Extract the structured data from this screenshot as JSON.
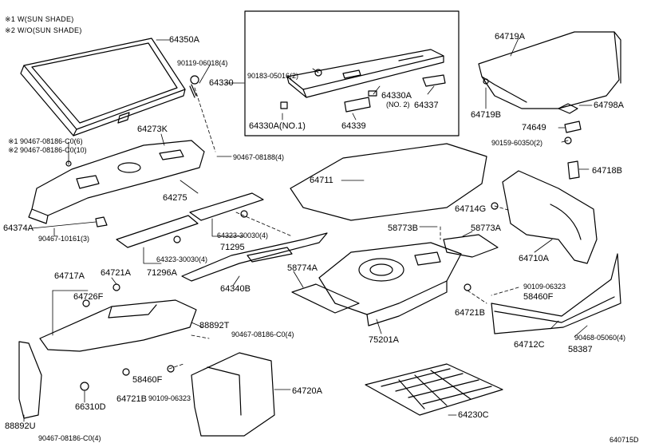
{
  "notes": {
    "n1": "※1 W(SUN SHADE)",
    "n2": "※2 W/O(SUN SHADE)"
  },
  "codes": {
    "c64350A": "64350A",
    "c90119": "90119-06018(4)",
    "c64330": "64330",
    "c90183": "90183-05016(2)",
    "c64330A_no2_a": "64330A",
    "c64330A_no2_b": "(NO. 2)",
    "c64337": "64337",
    "c64339": "64339",
    "c64330A_no1": "64330A(NO.1)",
    "c64719A": "64719A",
    "c64719B": "64719B",
    "c64798A": "64798A",
    "c74649": "74649",
    "c90159": "90159-60350(2)",
    "c64718B": "64718B",
    "c64273K": "64273K",
    "c90467_06": "※1  90467-08186-C0(6)",
    "c90467_10": "※2  90467-08186-C0(10)",
    "c90467_188": "90467-08188(4)",
    "c64275": "64275",
    "c64711": "64711",
    "c64714G": "64714G",
    "c64374A": "64374A",
    "c90467_10161": "90467-10161(3)",
    "c64323_a": "64323-30030(4)",
    "c71295": "71295",
    "c64323_b": "64323-30030(4)",
    "c71296A": "71296A",
    "c64340B": "64340B",
    "c58773B": "58773B",
    "c58773A": "58773A",
    "c64710A": "64710A",
    "c58774A": "58774A",
    "c90109_a": "90109-06323",
    "c58460F_r": "58460F",
    "c64721B_r": "64721B",
    "c75201A": "75201A",
    "c90468": "90468-05060(4)",
    "c64712C": "64712C",
    "c58387": "58387",
    "c64717A": "64717A",
    "c64721A": "64721A",
    "c64726F": "64726F",
    "c88892T": "88892T",
    "c90467_c04": "90467-08186-C0(4)",
    "c58460F_l": "58460F",
    "c64721B_l": "64721B",
    "c90109_b": "90109-06323",
    "c64720A": "64720A",
    "c66310D": "66310D",
    "c88892U": "88892U",
    "c90467_c04b": "90467-08186-C0(4)",
    "c64230C": "64230C",
    "c640715D": "640715D"
  }
}
